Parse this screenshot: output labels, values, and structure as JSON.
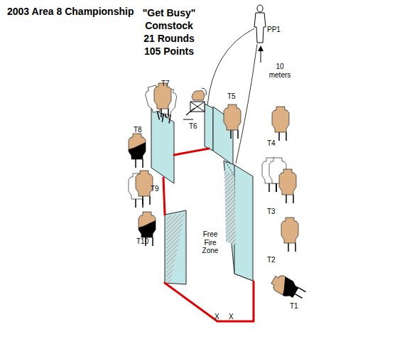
{
  "diagram": {
    "title": "2003 Area 8 Championship",
    "labels": [
      "\"Get Busy\"",
      "Comstock",
      "21 Rounds",
      "105 Points",
      "PP1",
      "10 meters",
      "T7",
      "T6",
      "T5",
      "T8",
      "T4",
      "T9",
      "T3",
      "T10",
      "T2",
      "Free Fire Zone",
      "T1",
      "X",
      "X"
    ]
  }
}
